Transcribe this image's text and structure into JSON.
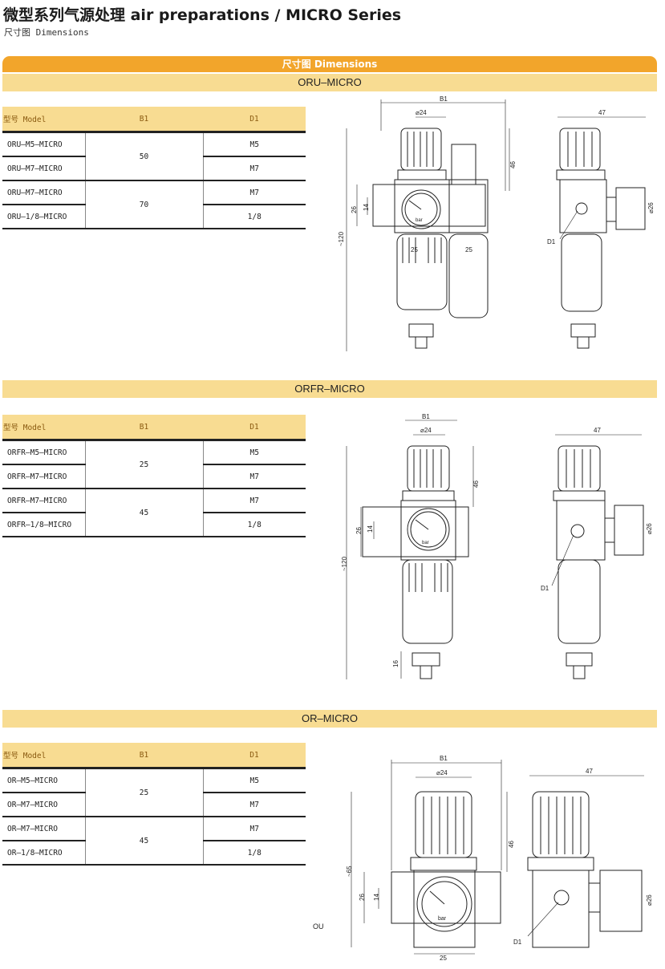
{
  "header": {
    "title": "微型系列气源处理 air preparations / MICRO Series",
    "subtitle": "尺寸图 Dimensions"
  },
  "topbar_label": "尺寸图 Dimensions",
  "sections": [
    {
      "name": "ORU–MICRO",
      "columns": [
        "型号 Model",
        "B1",
        "D1"
      ],
      "rows": [
        {
          "model": "ORU–M5–MICRO",
          "d1": "M5"
        },
        {
          "model": "ORU–M7–MICRO",
          "d1": "M7"
        },
        {
          "model": "ORU–M7–MICRO",
          "d1": "M7"
        },
        {
          "model": "ORU–1/8–MICRO",
          "d1": "1/8"
        }
      ],
      "b1_groups": [
        "50",
        "70"
      ],
      "dims": {
        "b1": "B1",
        "d24": "⌀24",
        "h46": "46",
        "h26": "26",
        "h14": "14",
        "h120": "~120",
        "w25a": "25",
        "w25b": "25",
        "w47": "47",
        "d26": "⌀26",
        "d1": "D1",
        "gauge": "bar"
      }
    },
    {
      "name": "ORFR–MICRO",
      "columns": [
        "型号 Model",
        "B1",
        "D1"
      ],
      "rows": [
        {
          "model": "ORFR–M5–MICRO",
          "d1": "M5"
        },
        {
          "model": "ORFR–M7–MICRO",
          "d1": "M7"
        },
        {
          "model": "ORFR–M7–MICRO",
          "d1": "M7"
        },
        {
          "model": "ORFR–1/8–MICRO",
          "d1": "1/8"
        }
      ],
      "b1_groups": [
        "25",
        "45"
      ],
      "dims": {
        "b1": "B1",
        "d24": "⌀24",
        "h46": "46",
        "h26": "26",
        "h14": "14",
        "h120": "~120",
        "h16": "16",
        "w47": "47",
        "d26": "⌀26",
        "d1": "D1",
        "gauge": "bar"
      }
    },
    {
      "name": "OR–MICRO",
      "columns": [
        "型号 Model",
        "B1",
        "D1"
      ],
      "rows": [
        {
          "model": "OR–M5–MICRO",
          "d1": "M5"
        },
        {
          "model": "OR–M7–MICRO",
          "d1": "M7"
        },
        {
          "model": "OR–M7–MICRO",
          "d1": "M7"
        },
        {
          "model": "OR–1/8–MICRO",
          "d1": "1/8"
        }
      ],
      "b1_groups": [
        "25",
        "45"
      ],
      "dims": {
        "b1": "B1",
        "d24": "⌀24",
        "h46": "46",
        "h26": "26",
        "h14": "14",
        "h65": "~65",
        "w25": "25",
        "w47": "47",
        "d26": "⌀26",
        "d1": "D1",
        "gauge": "bar"
      }
    }
  ],
  "footer_mark": "OU",
  "colors": {
    "accent": "#f2a52b",
    "band": "#f8dc92"
  }
}
